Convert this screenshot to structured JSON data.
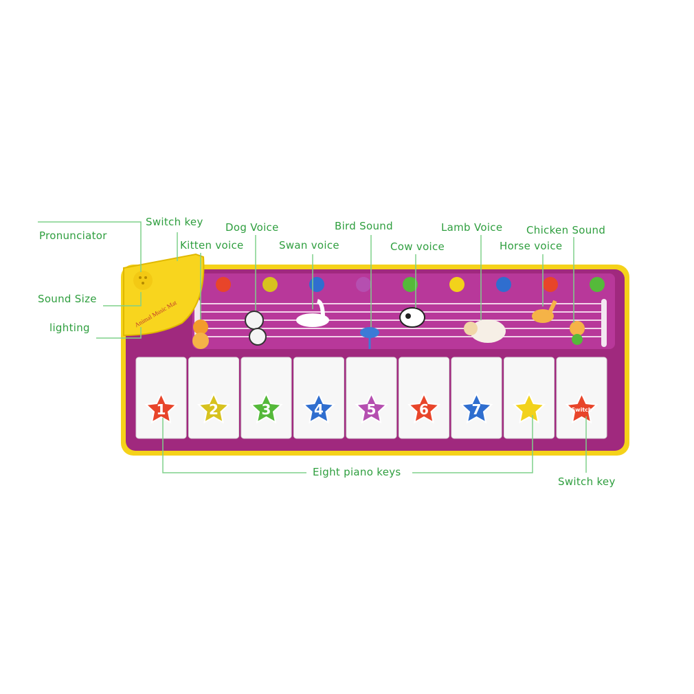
{
  "callouts": {
    "pronunciator": "Pronunciator",
    "switch_key_top": "Switch key",
    "sound_size": "Sound Size",
    "lighting": "lighting",
    "kitten_voice": "Kitten voice",
    "dog_voice": "Dog Voice",
    "swan_voice": "Swan voice",
    "bird_sound": "Bird Sound",
    "cow_voice": "Cow voice",
    "lamb_voice": "Lamb Voice",
    "horse_voice": "Horse voice",
    "chicken_sound": "Chicken Sound",
    "eight_piano_keys": "Eight piano keys",
    "switch_key_bottom": "Switch key"
  },
  "panel": {
    "logo": "Animal Music Mat"
  },
  "keys": [
    {
      "label": "1",
      "color": "#e8452a"
    },
    {
      "label": "2",
      "color": "#d7c21f"
    },
    {
      "label": "3",
      "color": "#55b93a"
    },
    {
      "label": "4",
      "color": "#2f6ecf"
    },
    {
      "label": "5",
      "color": "#b54fb0"
    },
    {
      "label": "6",
      "color": "#e8452a"
    },
    {
      "label": "7",
      "color": "#2f6ecf"
    },
    {
      "label": "",
      "color": "#f2d21b"
    },
    {
      "label": "Switch",
      "color": "#e8452a"
    }
  ],
  "balls": [
    "#e8452a",
    "#d7c21f",
    "#2f6ecf",
    "#b54fb0",
    "#55b93a",
    "#f2d21b",
    "#2f6ecf",
    "#e8452a",
    "#55b93a"
  ],
  "colors": {
    "mat": "#a0297e",
    "border": "#f5d21a",
    "callout": "#2e9e3e",
    "line": "#7fd08a"
  }
}
